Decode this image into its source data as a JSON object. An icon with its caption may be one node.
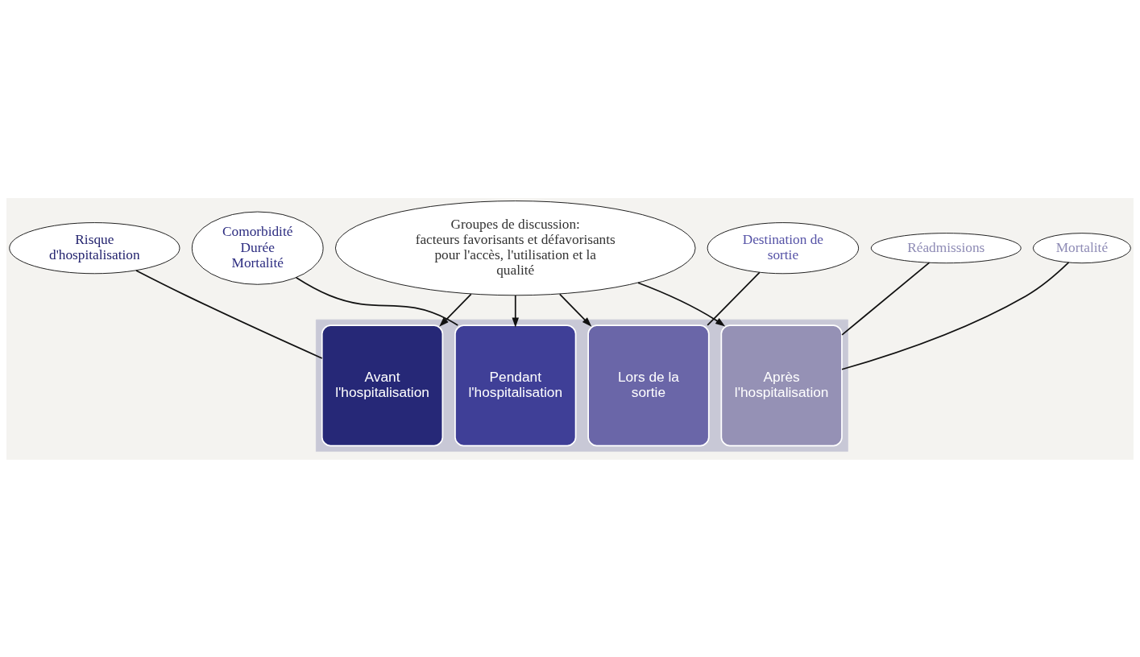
{
  "diagram": {
    "nodes": [
      {
        "text": [
          "Risque d'hospitalisation"
        ]
      },
      {
        "text": [
          "Comorbidité Durée Mortalité"
        ]
      },
      {
        "text": [
          "Destination de sortie"
        ]
      },
      {
        "text": [
          "Réadmissions"
        ]
      },
      {
        "text": [
          "Mortalité"
        ]
      },
      {
        "text": [],
        "shape": "arrow"
      },
      {
        "text": [
          "Avant l'hospitalisation"
        ],
        "in": 5
      },
      {
        "text": [
          "Pendant l'hospitalisation"
        ],
        "in": 5
      },
      {
        "text": [
          "Lors de la sortie"
        ],
        "in": 5
      },
      {
        "text": [
          "Après l'hospitalisation"
        ],
        "in": 5
      },
      {
        "text": [
          "Groupes de discussion:",
          "facteurs favorisants et défavorisants pour l'accès, l'utilisation et la qualité"
        ]
      }
    ],
    "edges": [
      {
        "from": 0,
        "to": 6,
        "arrow": "none"
      },
      {
        "from": 1,
        "to": 7,
        "arrow": "none"
      },
      {
        "from": 2,
        "to": 8,
        "arrow": "none"
      },
      {
        "from": 3,
        "to": 9,
        "arrow": "none"
      },
      {
        "from": 4,
        "to": 9,
        "arrow": "none"
      },
      {
        "from": 10,
        "to": 6,
        "arrow": "to"
      },
      {
        "from": 10,
        "to": 7,
        "arrow": "to"
      },
      {
        "from": 10,
        "to": 8,
        "arrow": "to"
      },
      {
        "from": 10,
        "to": 9,
        "arrow": "to"
      }
    ]
  }
}
